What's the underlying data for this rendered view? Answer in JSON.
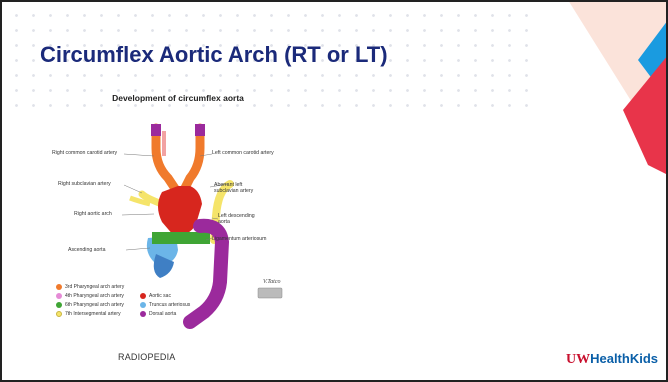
{
  "slide": {
    "title": "Circumflex Aortic Arch (RT or LT)",
    "credit": "RADIOPEDIA",
    "logo": {
      "uw": "UW",
      "rest": "HealthKids"
    }
  },
  "figure": {
    "title": "Development of circumflex aorta",
    "labels": {
      "right_common_carotid": "Right common carotid artery",
      "left_common_carotid": "Left common carotid artery",
      "right_subclavian": "Right subclavian artery",
      "aberrant_left_subclavian_1": "Aberrant left",
      "aberrant_left_subclavian_2": "subclavian artery",
      "right_aortic_arch": "Right aortic arch",
      "left_descending_1": "Left descending",
      "left_descending_2": "aorta",
      "ascending_aorta": "Ascending aorta",
      "ligamentum": "Ligamentum arteriosum"
    },
    "legend": [
      {
        "label": "3rd Pharyngeal arch artery",
        "color": "#f07a2c"
      },
      {
        "label": "4th Pharyngeal arch artery",
        "color": "#e58bd6"
      },
      {
        "label": "6th Pharyngeal arch artery",
        "color": "#3fa535"
      },
      {
        "label": "7th Intersegmental artery",
        "color": "#f5e46a"
      },
      {
        "label": "Aortic sac",
        "color": "#d7261e"
      },
      {
        "label": "Truncus arteriosus",
        "color": "#6bb5e8"
      },
      {
        "label": "Dorsal aorta",
        "color": "#9b2a9c"
      }
    ],
    "signature": "V.Tatco"
  },
  "colors": {
    "title": "#1b2a7a",
    "accent_red": "#e8344a",
    "accent_blue": "#1a9be0",
    "accent_peach": "#f8d9cf"
  }
}
